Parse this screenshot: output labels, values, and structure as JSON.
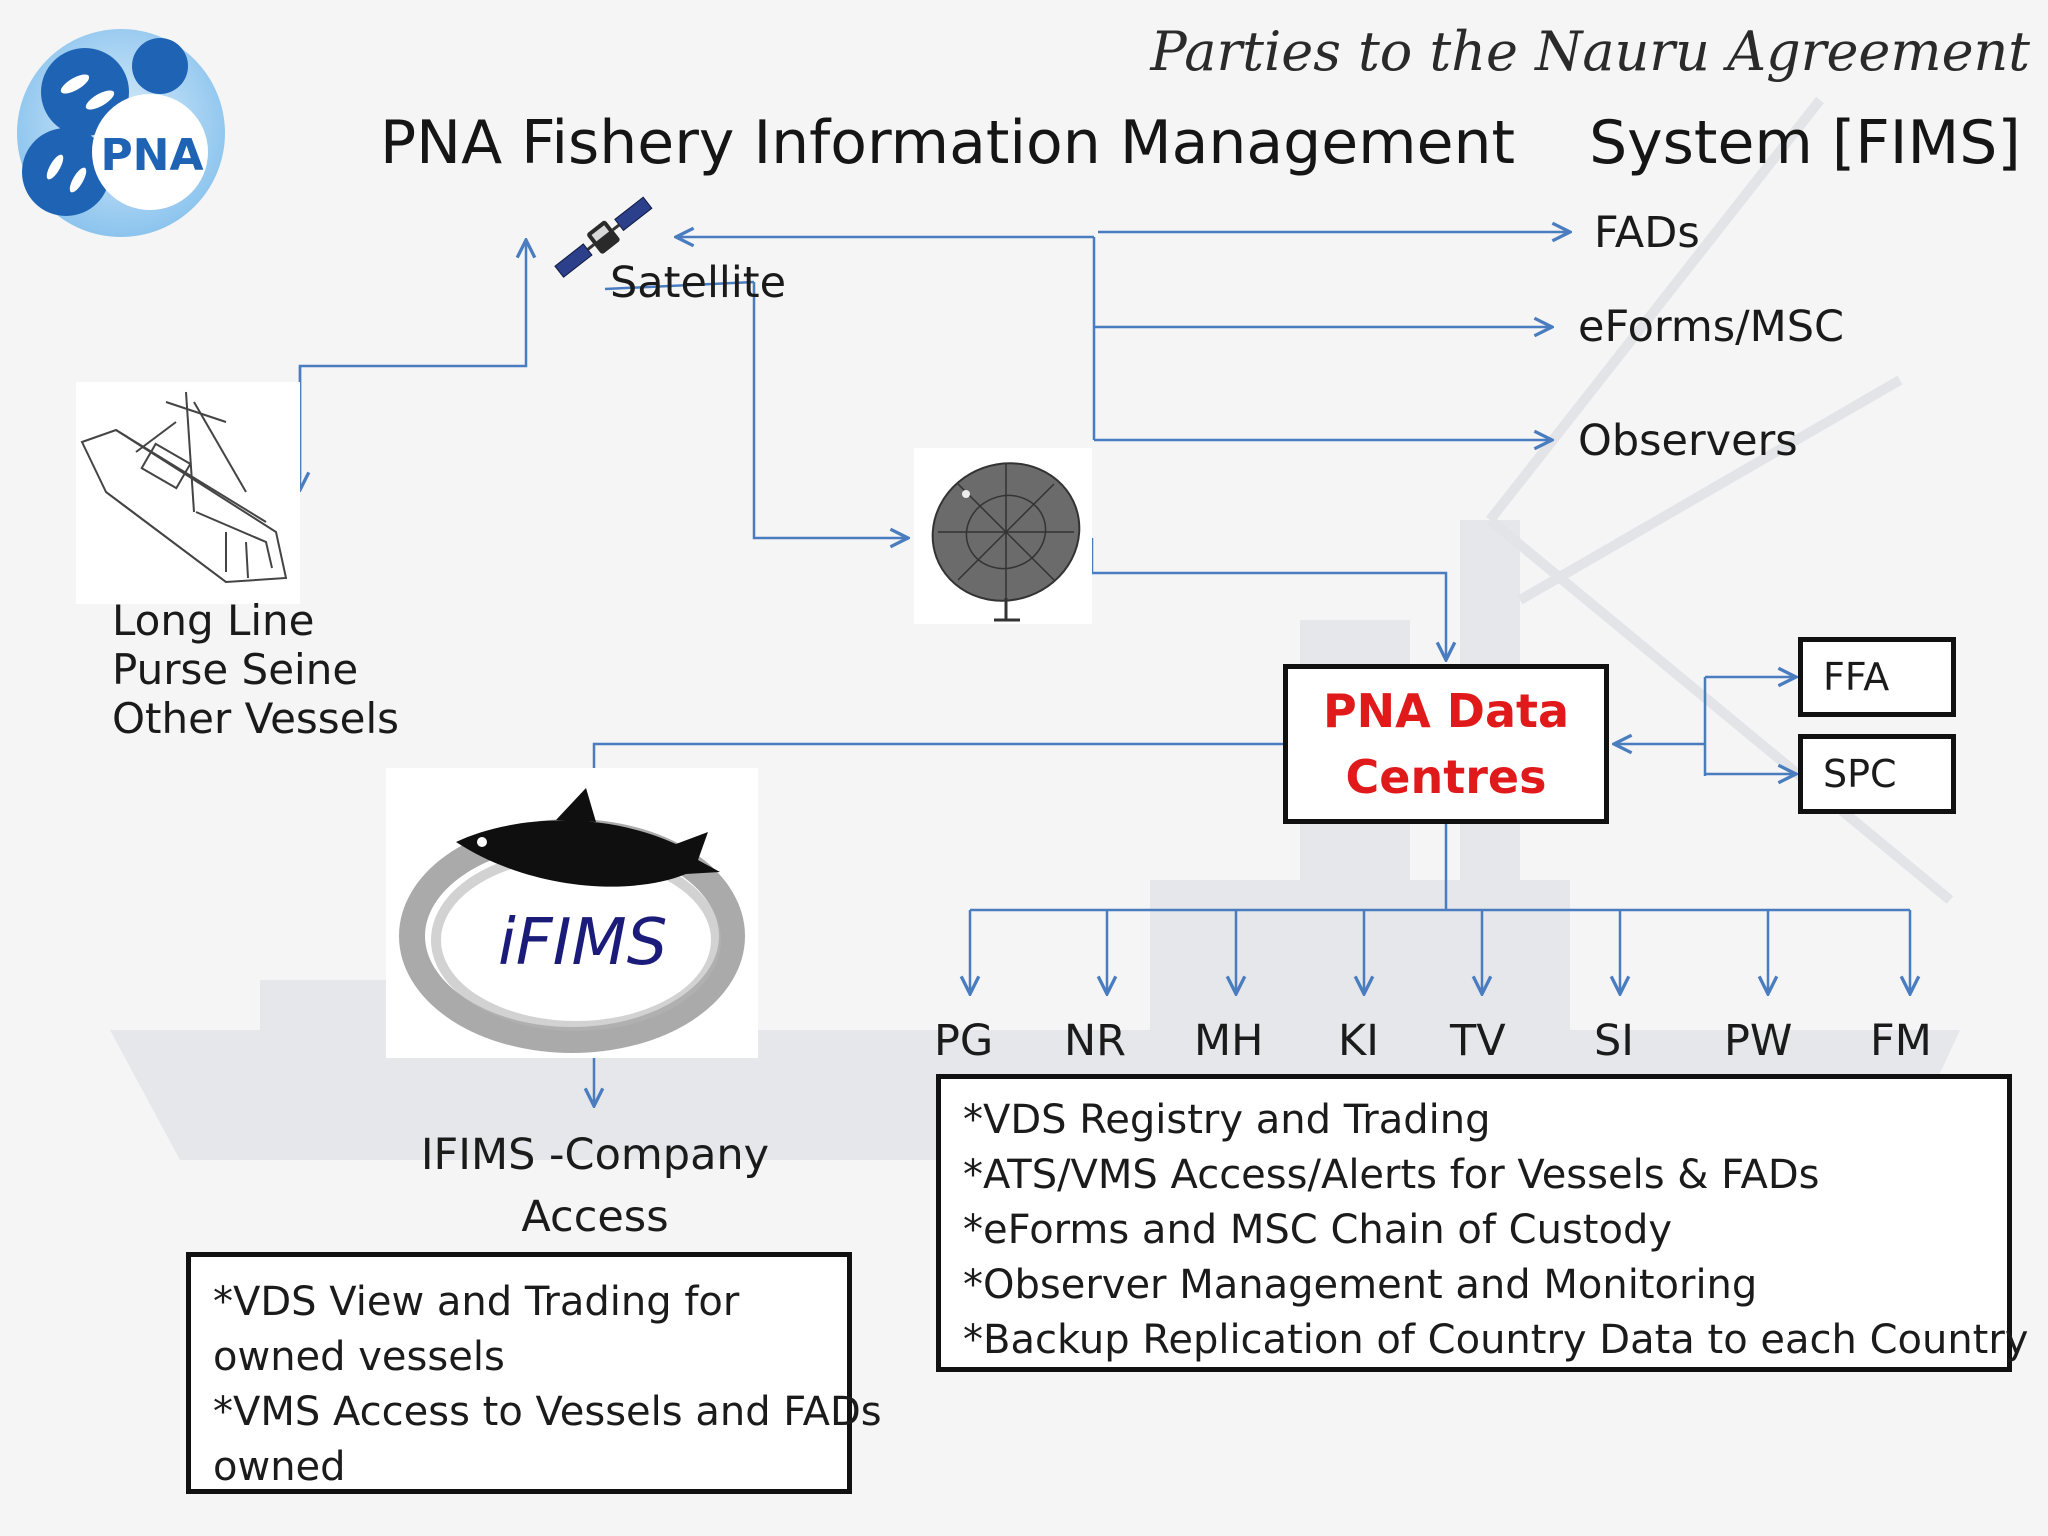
{
  "header": {
    "subtitle": "Parties to the Nauru Agreement",
    "title_part1": "PNA Fishery Information Management",
    "title_part2": "System  [FIMS]"
  },
  "logo": {
    "text": "PNA"
  },
  "satellite": {
    "label": "Satellite"
  },
  "outputs": {
    "fads": "FADs",
    "eforms": "eForms/MSC",
    "observers": "Observers"
  },
  "vessels": {
    "line1": "Long Line",
    "line2": "Purse Seine",
    "line3": "Other Vessels"
  },
  "data_centre": {
    "line1": "PNA Data",
    "line2": "Centres"
  },
  "partners": {
    "ffa": "FFA",
    "spc": "SPC"
  },
  "ifims": {
    "logo_text": "iFIMS",
    "caption_line1": "IFIMS -Company",
    "caption_line2": "Access",
    "features": [
      "*VDS View and Trading for",
      "owned vessels",
      "*VMS Access to Vessels and FADs",
      "owned"
    ]
  },
  "countries": [
    "PG",
    "NR",
    "MH",
    "KI",
    "TV",
    "SI",
    "PW",
    "FM"
  ],
  "centre_features": [
    "*VDS Registry and Trading",
    "*ATS/VMS Access/Alerts for Vessels & FADs",
    "*eForms and MSC Chain of Custody",
    "*Observer Management and Monitoring",
    "*Backup Replication of Country Data to each Country"
  ],
  "colors": {
    "connector": "#4a7dbf",
    "accent_red": "#e01a1a",
    "logo_blue": "#1f63b5"
  }
}
